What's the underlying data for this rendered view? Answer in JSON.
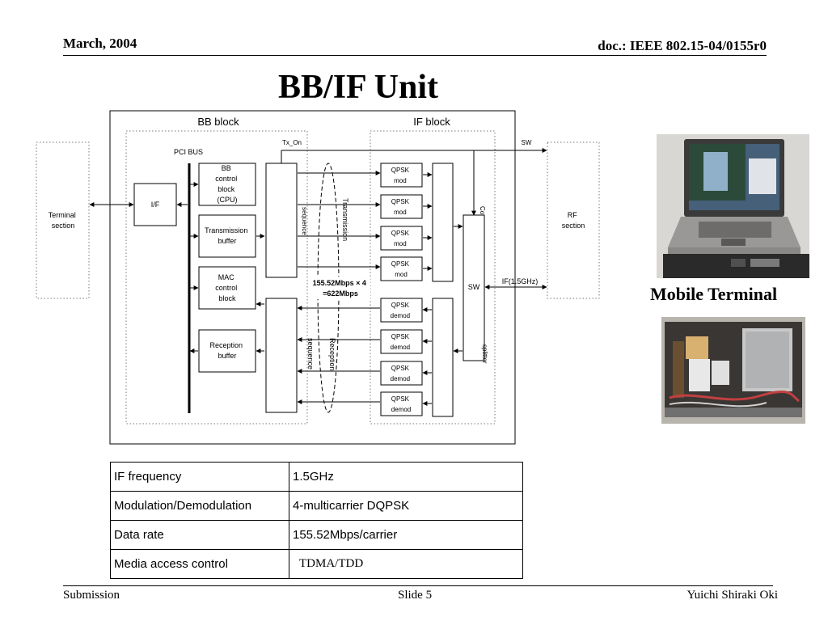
{
  "header": {
    "date": "March, 2004",
    "doc": "doc.: IEEE 802.15-04/0155r0"
  },
  "title": "BB/IF Unit",
  "diagram": {
    "terminal_section": [
      "Terminal",
      "section"
    ],
    "rf_section": [
      "RF",
      "section"
    ],
    "bb_block": "BB block",
    "if_block": "IF block",
    "pci_bus": "PCI  BUS",
    "if_unit": "I/F",
    "bb_control": [
      "BB",
      "control",
      "block",
      "(CPU)"
    ],
    "tx_buffer": [
      "Transmission",
      "buffer"
    ],
    "mac_control": [
      "MAC",
      "control",
      "block"
    ],
    "rx_buffer": [
      "Reception",
      "buffer"
    ],
    "tx_on": "Tx_On",
    "sw_top": "SW",
    "sw_box": "SW",
    "if_freq_label": "IF(1.5GHz)",
    "qpsk_mod": [
      "QPSK",
      "mod"
    ],
    "qpsk_demod": [
      "QPSK",
      "demod"
    ],
    "rate": [
      "155.52Mbps × 4",
      "=622Mbps"
    ],
    "tx_seq": [
      "Transmission",
      "sequence"
    ],
    "rx_seq": [
      "Reception",
      "sequence"
    ],
    "combiner": "Co",
    "splitter": "splitter"
  },
  "caption": "Mobile Terminal",
  "spec_table": [
    [
      "IF frequency",
      "1.5GHz"
    ],
    [
      "Modulation/Demodulation",
      "4-multicarrier DQPSK"
    ],
    [
      "Data rate",
      "155.52Mbps/carrier"
    ],
    [
      "Media access control",
      "TDMA/TDD"
    ]
  ],
  "footer": {
    "left": "Submission",
    "center": "Slide 5",
    "right": "Yuichi Shiraki  Oki"
  }
}
